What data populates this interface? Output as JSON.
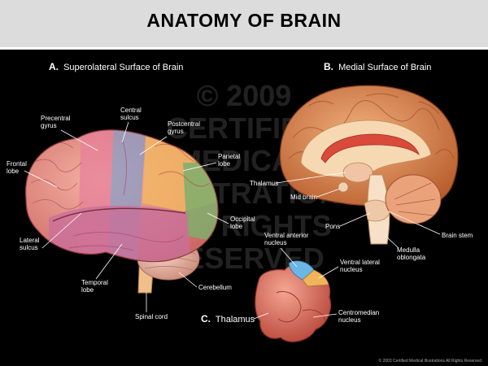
{
  "title": "ANATOMY OF BRAIN",
  "panels": {
    "a": {
      "letter": "A.",
      "heading": "Superolateral Surface of Brain"
    },
    "b": {
      "letter": "B.",
      "heading": "Medial Surface of Brain"
    },
    "c": {
      "letter": "C.",
      "heading": "Thalamus"
    }
  },
  "labels": {
    "precentral_gyrus": [
      "Precentral",
      "gyrus"
    ],
    "central_sulcus": [
      "Central",
      "sulcus"
    ],
    "postcentral_gyrus": [
      "Postcentral",
      "gyrus"
    ],
    "parietal_lobe": [
      "Parietal",
      "lobe"
    ],
    "frontal_lobe": [
      "Frontal",
      "lobe"
    ],
    "occipital_lobe": [
      "Occipital",
      "lobe"
    ],
    "lateral_sulcus": [
      "Lateral",
      "sulcus"
    ],
    "temporal_lobe": [
      "Temporal",
      "lobe"
    ],
    "cerebellum": "Cerebellum",
    "spinal_cord": "Spinal cord",
    "thalamus": "Thalamus",
    "mid_brain": "Mid brain",
    "pons": "Pons",
    "medulla_oblongata": [
      "Medulla",
      "oblongata"
    ],
    "brain_stem": "Brain stem",
    "ventral_anterior_nucleus": [
      "Ventral anterior",
      "nucleus"
    ],
    "ventral_lateral_nucleus": [
      "Ventral lateral",
      "nucleus"
    ],
    "centromedian_nucleus": [
      "Centromedian",
      "nucleus"
    ]
  },
  "watermark": [
    "© 2009",
    "CERTIFIED",
    "MEDICAL",
    "ILLUSTRATIONS",
    "ALL RIGHTS",
    "RESERVED"
  ],
  "copyright": "© 2003 Certified Medical Illustrations All Rights Reserved",
  "colors": {
    "frontal": "#ec8e8c",
    "precentral": "#e5809a",
    "postcentral": "#8e9cc4",
    "parietal": "#f2b664",
    "occipital": "#7fae6c",
    "temporal": "#c96f9a",
    "cerebellum": "#eab4a6",
    "medial_cortex": "#e2925c",
    "thalamus_body": "#e4826e",
    "ventral_anterior": "#6ab6e4",
    "ventral_lateral": "#f1b45a"
  }
}
